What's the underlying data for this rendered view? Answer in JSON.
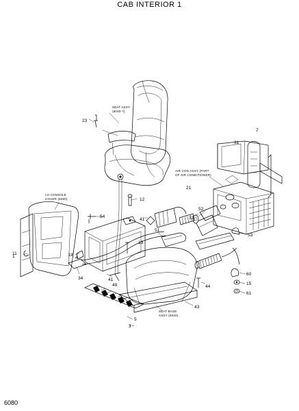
{
  "title": "CAB INTERIOR 1",
  "page_number": "6080",
  "callouts": {
    "c23": "23",
    "c12": "12",
    "c41": "41",
    "c13": "13",
    "c54": "54",
    "c11": "11",
    "c34": "34",
    "c51": "51",
    "c52": "52",
    "c53": "53",
    "c31": "31",
    "c33": "33",
    "c44": "44",
    "c41b": "41",
    "c18": "18",
    "c49": "49",
    "c21": "21",
    "c7": "7",
    "c4": "4",
    "c43": "43",
    "c60": "60",
    "c15": "15",
    "c61": "61",
    "c5": "5",
    "c1": "1",
    "c3": "3"
  },
  "notes": {
    "seat_assy_line1": "SEAT ASSY",
    "seat_assy_line2": "(6040-?)",
    "air_con_line1": "AIR CON ASSY (PART",
    "air_con_line2": "OF AIR CONDITIONER)",
    "console_line1": "LH CONSOLE",
    "console_line2": "COVER (6080)",
    "seat_base_line1": "SEAT BASE",
    "seat_base_line2": "ASSY (6040)"
  }
}
